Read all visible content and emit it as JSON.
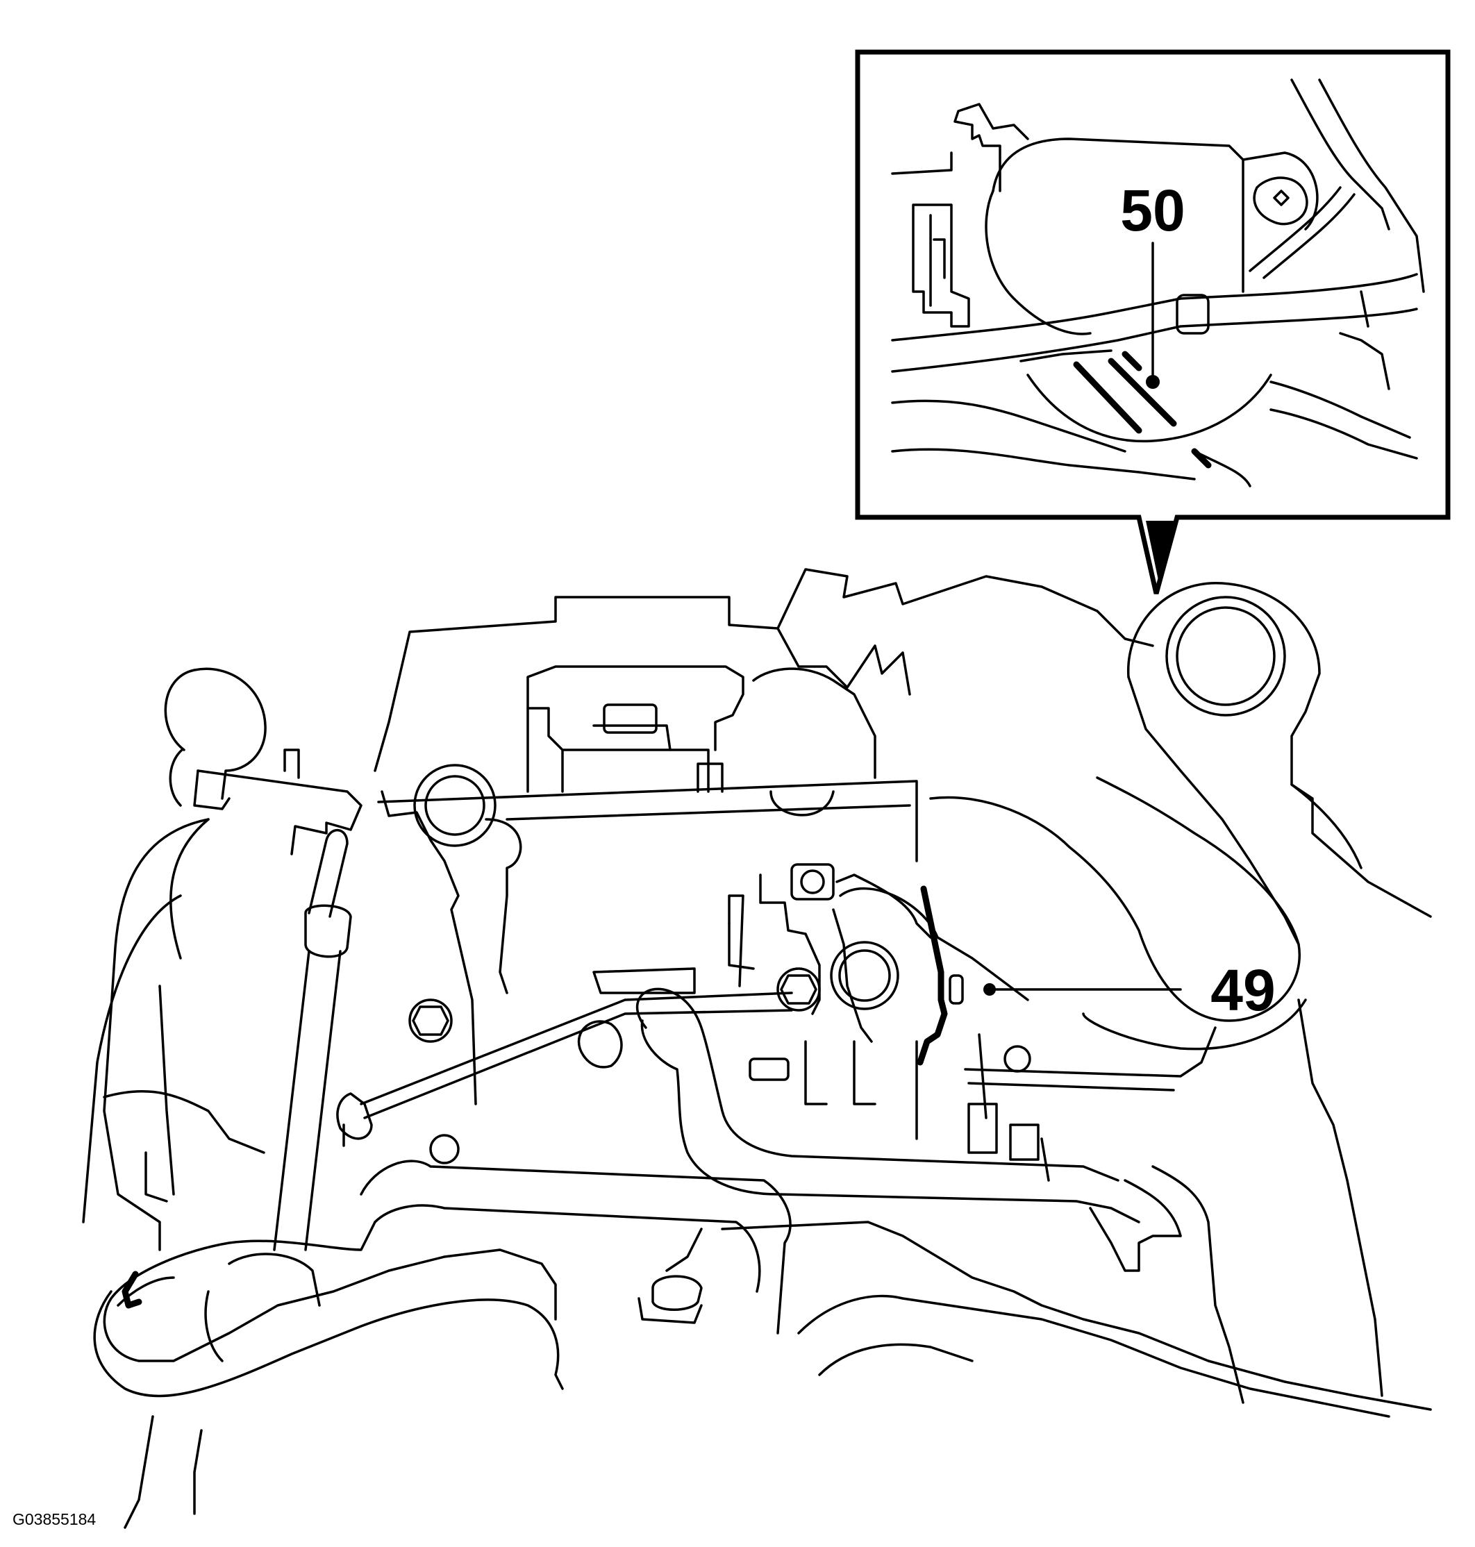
{
  "figure_id": "G03855184",
  "callouts": {
    "main_view": "49",
    "detail_view": "50"
  }
}
